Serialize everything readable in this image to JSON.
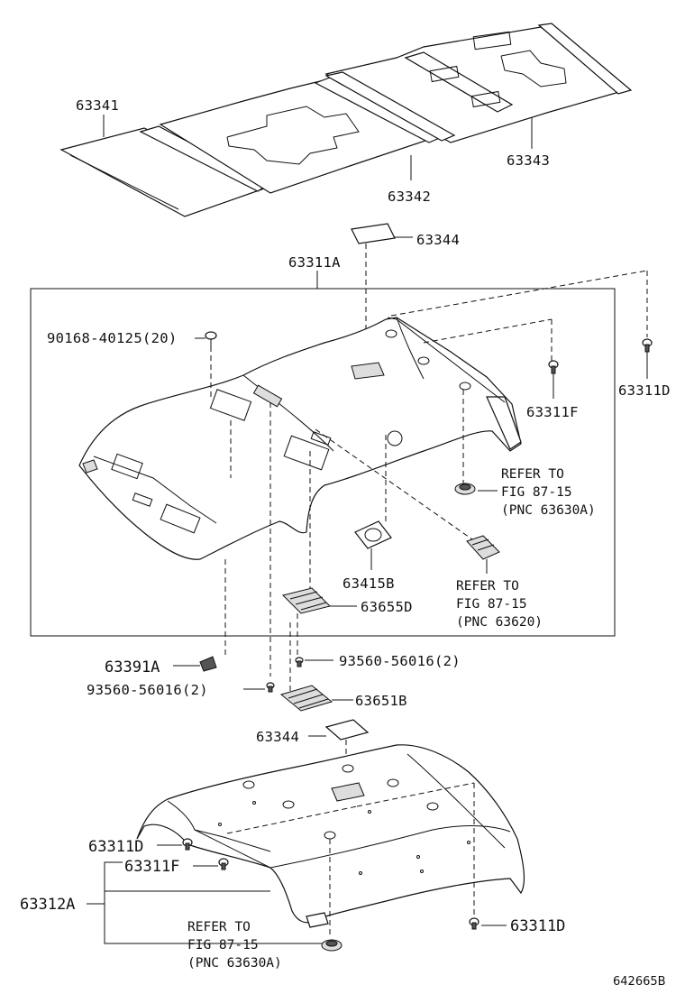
{
  "labels": {
    "p63341": "63341",
    "p63342": "63342",
    "p63343": "63343",
    "p63344_top": "63344",
    "p63311A": "63311A",
    "p90168": "90168-40125(20)",
    "p63311D_right": "63311D",
    "p63311F_top": "63311F",
    "p63415B": "63415B",
    "p63655D": "63655D",
    "p63391A": "63391A",
    "p93560_a": "93560-56016(2)",
    "p93560_b": "93560-56016(2)",
    "p63651B": "63651B",
    "p63344_bottom": "63344",
    "p63311D_left": "63311D",
    "p63311F_bottom": "63311F",
    "p63312A": "63312A",
    "p63311D_bottom": "63311D"
  },
  "refs": {
    "ref1": {
      "line1": "REFER TO",
      "line2": "FIG 87-15",
      "line3": "(PNC 63630A)"
    },
    "ref2": {
      "line1": "REFER TO",
      "line2": "FIG 87-15",
      "line3": "(PNC 63620)"
    },
    "ref3": {
      "line1": "REFER TO",
      "line2": "FIG 87-15",
      "line3": "(PNC 63630A)"
    }
  },
  "diagram_code": "642665B"
}
